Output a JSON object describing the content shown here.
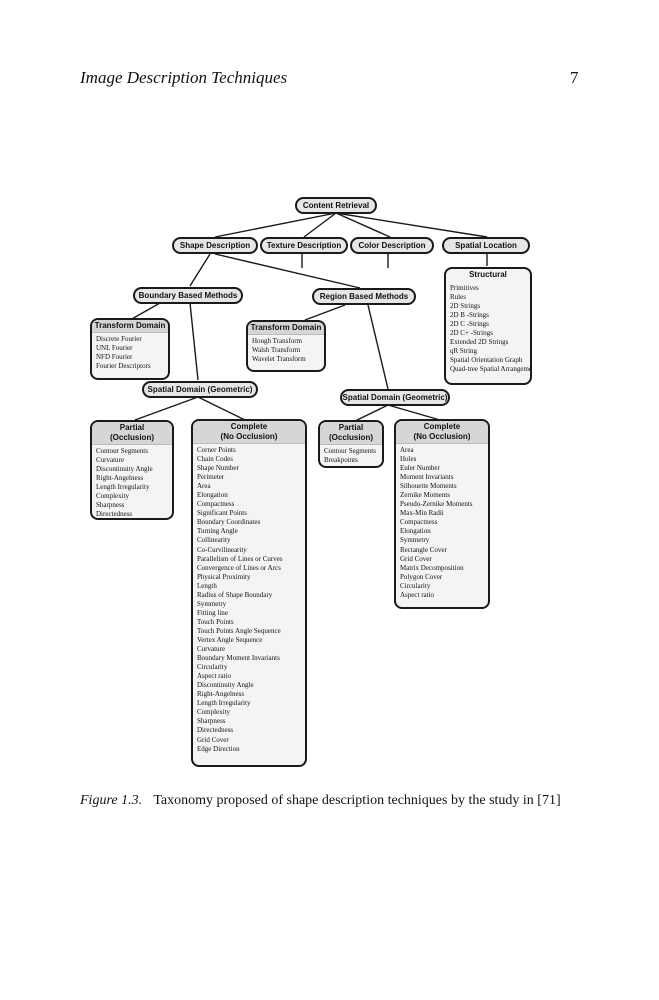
{
  "header": {
    "running_title": "Image Description Techniques",
    "page_number": "7"
  },
  "figure": {
    "root": "Content Retrieval",
    "level1": {
      "shape": "Shape Description",
      "texture": "Texture Description",
      "color": "Color Description",
      "spatial": "Spatial Location"
    },
    "boundary": "Boundary Based Methods",
    "region": "Region Based Methods",
    "transform_domain_b": {
      "title": "Transform Domain",
      "items": [
        "Discrete Fourier",
        "UNL Fourier",
        "NFD Fourier",
        "Fourier Descriptors"
      ]
    },
    "transform_domain_r": {
      "title": "Transform Domain",
      "items": [
        "Hough Transform",
        "Walsh Transform",
        "Wavelet Transform"
      ]
    },
    "spatial_domain_b": "Spatial Domain (Geometric)",
    "spatial_domain_r": "Spatial Domain (Geometric)",
    "structural": {
      "title": "Structural",
      "items": [
        "Primitives",
        "Rules",
        "2D Strings",
        "2D B -Strings",
        "2D C -Strings",
        "2D C+ -Strings",
        "Extended 2D Strings",
        "qR String",
        "Spatial Orientation Graph",
        "Quad-tree Spatial Arrangement"
      ]
    },
    "partial_b": {
      "title_line1": "Partial",
      "title_line2": "(Occlusion)",
      "items": [
        "Contour Segments",
        "Curvature",
        "Discontinuity Angle",
        "Right-Angelness",
        "Length Irregularity",
        "Complexity",
        "Sharpness",
        "Directedness"
      ]
    },
    "complete_b": {
      "title_line1": "Complete",
      "title_line2": "(No Occlusion)",
      "items": [
        "Corner Points",
        "Chain Codes",
        "Shape Number",
        "Perimeter",
        "Area",
        "Elongation",
        "Compactness",
        "Significant Points",
        "Boundary Coordinates",
        "Turning Angle",
        "Collinearity",
        "Co-Curvilinearity",
        "Parallelism of Lines or Curves",
        "Convergence of Lines or Arcs",
        "Physical Proximity",
        "Length",
        "Radius of Shape Boundary",
        "Symmetry",
        "Fitting line",
        "Touch Points",
        "Touch Points Angle Sequence",
        "Vertex Angle Sequence",
        "Curvature",
        "Boundary Moment Invariants",
        "Circularity",
        "Aspect ratio",
        "Discontinuity Angle",
        "Right-Angelness",
        "Length Irregularity",
        "Complexity",
        "Sharpness",
        "Directedness",
        "Grid Cover",
        "Edge Direction"
      ]
    },
    "partial_r": {
      "title_line1": "Partial",
      "title_line2": "(Occlusion)",
      "items": [
        "Contour Segments",
        "Breakpoints"
      ]
    },
    "complete_r": {
      "title_line1": "Complete",
      "title_line2": "(No Occlusion)",
      "items": [
        "Area",
        "Holes",
        "Euler Number",
        "Moment Invariants",
        "Silhouette Moments",
        "Zernike Moments",
        "Pseudo-Zernike Moments",
        "Max-Min Radii",
        "Compactness",
        "Elongation",
        "Symmetry",
        "Rectangle Cover",
        "Grid Cover",
        "Matrix Decomposition",
        "Polygon Cover",
        "Circularity",
        "Aspect ratio"
      ]
    }
  },
  "caption": {
    "label": "Figure 1.3.",
    "text": "Taxonomy proposed of shape description techniques by the study in [71]"
  },
  "colors": {
    "node_fill": "#e6e6e6",
    "box_fill": "#f4f4f4",
    "stroke": "#1a1a1a"
  }
}
